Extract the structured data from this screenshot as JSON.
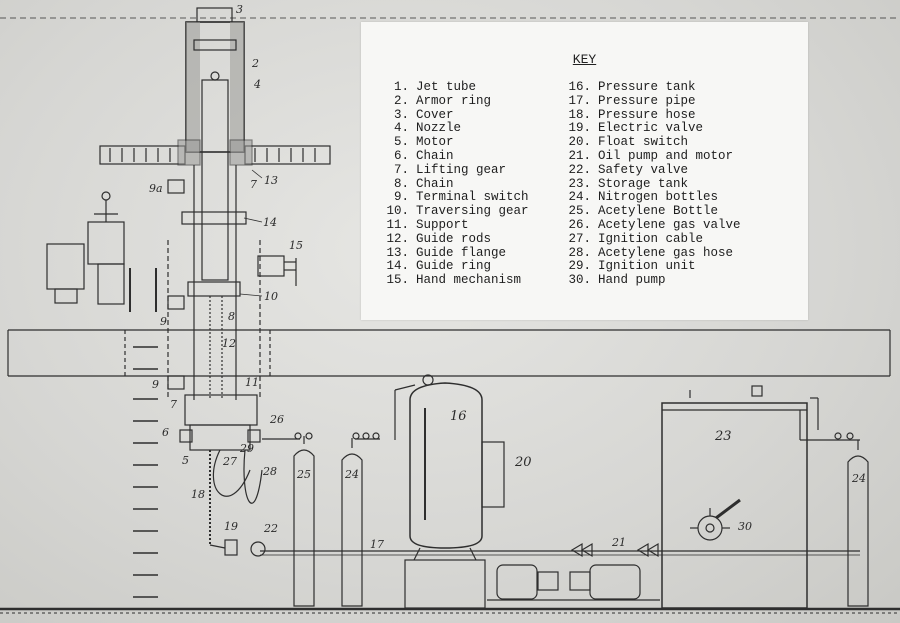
{
  "key": {
    "title": "KEY",
    "entries": [
      {
        "num": "1.",
        "label": "Jet tube"
      },
      {
        "num": "2.",
        "label": "Armor ring"
      },
      {
        "num": "3.",
        "label": "Cover"
      },
      {
        "num": "4.",
        "label": "Nozzle"
      },
      {
        "num": "5.",
        "label": "Motor"
      },
      {
        "num": "6.",
        "label": "Chain"
      },
      {
        "num": "7.",
        "label": "Lifting gear"
      },
      {
        "num": "8.",
        "label": "Chain"
      },
      {
        "num": "9.",
        "label": "Terminal switch"
      },
      {
        "num": "10.",
        "label": "Traversing gear"
      },
      {
        "num": "11.",
        "label": "Support"
      },
      {
        "num": "12.",
        "label": "Guide rods"
      },
      {
        "num": "13.",
        "label": "Guide flange"
      },
      {
        "num": "14.",
        "label": "Guide ring"
      },
      {
        "num": "15.",
        "label": "Hand mechanism"
      },
      {
        "num": "16.",
        "label": "Pressure tank"
      },
      {
        "num": "17.",
        "label": "Pressure pipe"
      },
      {
        "num": "18.",
        "label": "Pressure hose"
      },
      {
        "num": "19.",
        "label": "Electric valve"
      },
      {
        "num": "20.",
        "label": "Float switch"
      },
      {
        "num": "21.",
        "label": "Oil pump and motor"
      },
      {
        "num": "22.",
        "label": "Safety valve"
      },
      {
        "num": "23.",
        "label": "Storage tank"
      },
      {
        "num": "24.",
        "label": "Nitrogen bottles"
      },
      {
        "num": "25.",
        "label": "Acetylene Bottle"
      },
      {
        "num": "26.",
        "label": "Acetylene gas valve"
      },
      {
        "num": "27.",
        "label": "Ignition cable"
      },
      {
        "num": "28.",
        "label": "Acetylene gas hose"
      },
      {
        "num": "29.",
        "label": "Ignition unit"
      },
      {
        "num": "30.",
        "label": "Hand pump"
      }
    ]
  },
  "callouts": {
    "c2": "2",
    "c3": "3",
    "c4": "4",
    "c5": "5",
    "c6": "6",
    "c7a": "7",
    "c7b": "7",
    "c8": "8",
    "c9a": "9a",
    "c9b": "9",
    "c9c": "9",
    "c10": "10",
    "c11": "11",
    "c12": "12",
    "c13": "13",
    "c14": "14",
    "c15": "15",
    "c16": "16",
    "c17": "17",
    "c18": "18",
    "c19": "19",
    "c20": "20",
    "c21": "21",
    "c22": "22",
    "c23": "23",
    "c24a": "24",
    "c24b": "24",
    "c25": "25",
    "c26": "26",
    "c27": "27",
    "c28": "28",
    "c29": "29",
    "c30": "30"
  },
  "colors": {
    "ink": "#2a2a2a",
    "paper": "#dededb",
    "card": "#f7f7f5"
  }
}
